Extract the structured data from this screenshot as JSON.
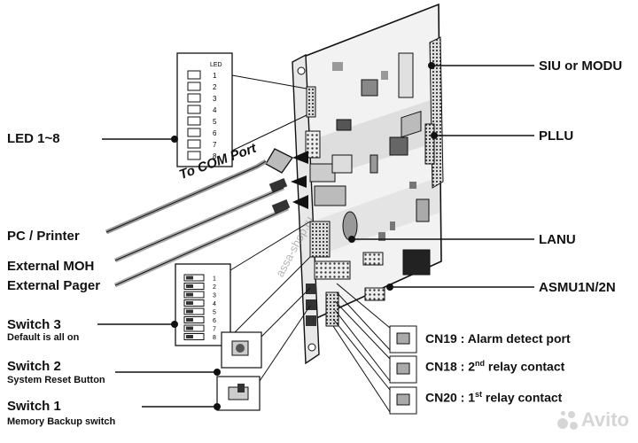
{
  "labels": {
    "led": "LED 1~8",
    "com_port": "To COM Port",
    "pc_printer": "PC / Printer",
    "external_moh": "External MOH",
    "external_pager": "External Pager",
    "switch3": "Switch 3",
    "switch3_sub": "Default is all on",
    "switch2": "Switch 2",
    "switch2_sub": "System Reset Button",
    "switch1": "Switch 1",
    "switch1_sub": "Memory Backup switch",
    "siu": "SIU or MODU",
    "pllu": "PLLU",
    "lanu": "LANU",
    "asmu": "ASMU1N/2N",
    "cn19": "CN19 : Alarm detect port",
    "cn18_prefix": "CN18 : 2",
    "cn18_sup": "nd",
    "cn18_suffix": " relay contact",
    "cn20_prefix": "CN20 : 1",
    "cn20_sup": "st",
    "cn20_suffix": " relay contact"
  },
  "led_chars": [
    "L",
    "E",
    "D",
    "1",
    "2",
    "3",
    "4",
    "5",
    "6",
    "7",
    "8"
  ],
  "dip_numbers": [
    "1",
    "2",
    "3",
    "4",
    "5",
    "6",
    "7",
    "8"
  ],
  "watermarks": {
    "board": "assa-shop.ru",
    "avito": "Avito"
  },
  "colors": {
    "ink": "#111111",
    "board": "#eeeeee",
    "shade": "#d9d9d9"
  }
}
